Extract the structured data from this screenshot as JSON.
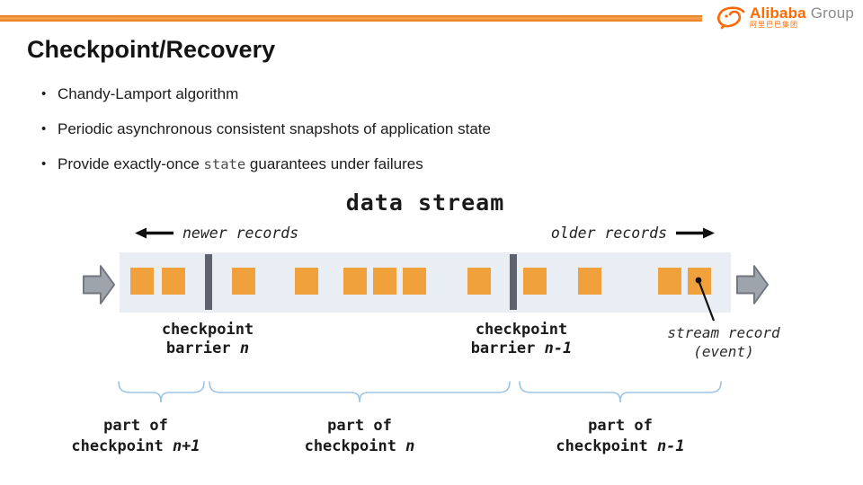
{
  "slide": {
    "title": "Checkpoint/Recovery",
    "bullets": [
      {
        "pre": "Chandy-Lamport algorithm",
        "code": "",
        "post": ""
      },
      {
        "pre": "Periodic asynchronous consistent snapshots of application state",
        "code": "",
        "post": ""
      },
      {
        "pre": "Provide exactly-once ",
        "code": "state",
        "post": " guarantees under failures"
      }
    ]
  },
  "logo": {
    "brand": "Alibaba",
    "suffix": " Group",
    "cjk": "阿里巴巴集团"
  },
  "diagram": {
    "title": "data stream",
    "newer_label": "newer records",
    "older_label": "older records",
    "records": [
      12,
      47,
      125,
      195,
      249,
      282,
      315,
      387,
      449,
      510,
      599,
      632
    ],
    "barriers": [
      95,
      434
    ],
    "barrier_n": {
      "line1": "checkpoint",
      "line2_pre": "barrier ",
      "line2_var": "n"
    },
    "barrier_n1": {
      "line1": "checkpoint",
      "line2_pre": "barrier ",
      "line2_var": "n-1"
    },
    "stream_record": {
      "line1": "stream record",
      "line2": "(event)"
    },
    "parts": [
      {
        "line1": "part of",
        "line2_pre": "checkpoint ",
        "line2_var": "n+1"
      },
      {
        "line1": "part of",
        "line2_pre": "checkpoint ",
        "line2_var": "n"
      },
      {
        "line1": "part of",
        "line2_pre": "checkpoint ",
        "line2_var": "n-1"
      }
    ],
    "colors": {
      "record": "#F1A13B",
      "band": "#E9EDF4",
      "barrier": "#5C636E",
      "brace": "#9DC3E6",
      "arrow_fill": "#9EA4AC",
      "arrow_stroke": "#71767E",
      "accent": "#ED7D1B",
      "logo_orange": "#FF6A00",
      "logo_gray": "#8C8C8C"
    }
  }
}
